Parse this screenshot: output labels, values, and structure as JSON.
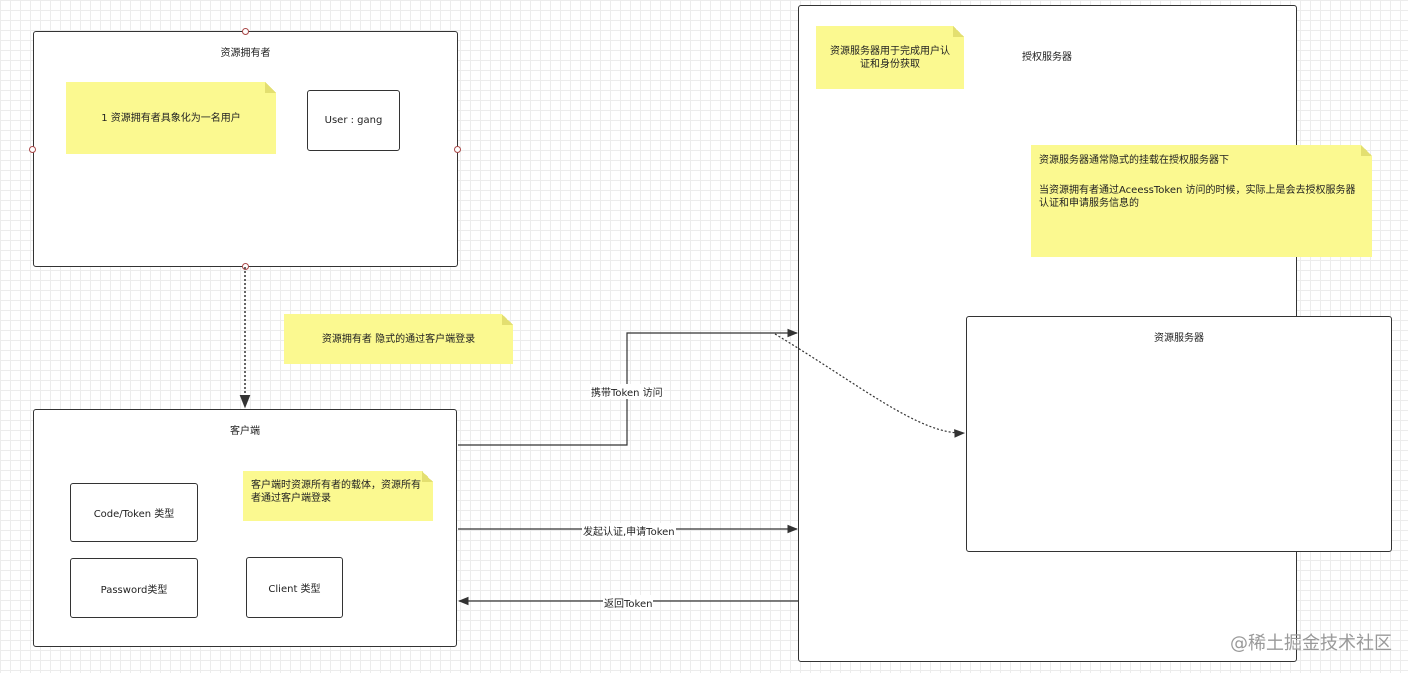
{
  "diagram": {
    "resource_owner": {
      "title": "资源拥有者",
      "note": "1 资源拥有者具象化为一名用户",
      "user": "User : gang"
    },
    "client": {
      "title": "客户端",
      "note": "客户端时资源所有者的载体，资源所有者通过客户端登录",
      "types": [
        "Code/Token 类型",
        "Password类型",
        "Client 类型"
      ]
    },
    "auth_server": {
      "title": "授权服务器",
      "note_top": "资源服务器用于完成用户认证和身份获取",
      "note_right_1": "资源服务器通常隐式的挂载在授权服务器下",
      "note_right_2": "当资源拥有者通过AceessToken 访问的时候，实际上是会去授权服务器认证和申请服务信息的"
    },
    "resource_server": {
      "title": "资源服务器"
    },
    "middle_note": "资源拥有者 隐式的通过客户端登录",
    "edges": {
      "carry_token": "携带Token 访问",
      "request_token": "发起认证,申请Token",
      "return_token": "返回Token"
    },
    "watermark": "@稀土掘金技术社区"
  }
}
